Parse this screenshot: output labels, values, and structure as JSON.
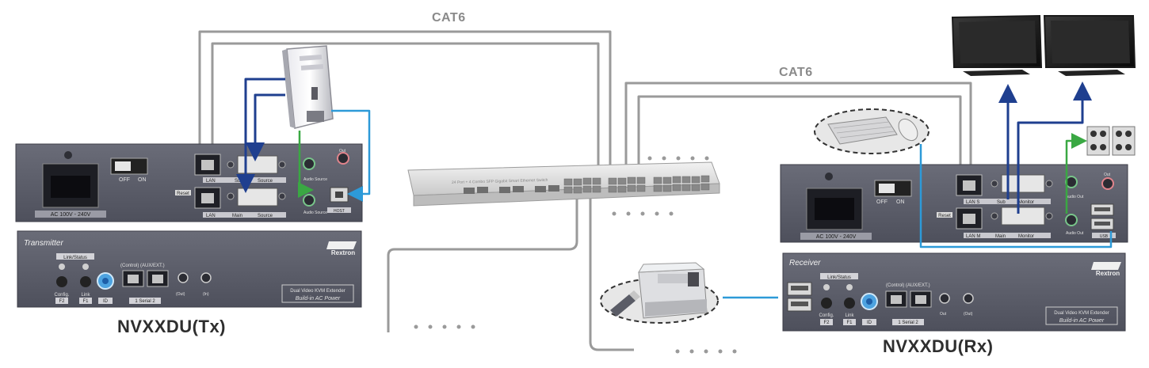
{
  "labels": {
    "cat6_top": "CAT6",
    "cat6_right": "CAT6",
    "tx_model": "NVXXDU(Tx)",
    "rx_model": "NVXXDU(Rx)"
  },
  "tx_rear": {
    "power": "AC 100V - 240V",
    "switch_off": "OFF",
    "switch_on": "ON",
    "reset": "Reset",
    "lan_top": "LAN",
    "lan_bottom": "LAN",
    "sub": "Sub",
    "main": "Main",
    "source_s": "Source",
    "source_m": "Source",
    "hdmi_out": "Out",
    "audio_source_top": "Audio Source",
    "audio_source_bottom": "Audio Source",
    "host": "HOST"
  },
  "tx_front": {
    "title": "Transmitter",
    "brand": "Rextron",
    "link_status": "Link/Status",
    "config": "Config.",
    "link": "Link",
    "f2": "F2",
    "f1": "F1",
    "id": "ID",
    "ports": "(Control)  (AUX/EXT.)",
    "serial": "1  Serial  2",
    "out": "(Out)",
    "in": "(In)",
    "plate_line1": "Dual Video  KVM Extender",
    "plate_line2": "Build-in AC Power"
  },
  "rx_rear": {
    "power": "AC 100V - 240V",
    "switch_off": "OFF",
    "switch_on": "ON",
    "reset": "Reset",
    "lan_top": "LAN S",
    "lan_bottom": "LAN M",
    "sub": "Sub",
    "main": "Main",
    "monitor_s": "Monitor",
    "monitor_m": "Monitor",
    "audio_out_top": "Audio Out",
    "audio_out_bottom": "Audio Out",
    "out": "Out",
    "usb": "USB"
  },
  "rx_front": {
    "title": "Receiver",
    "brand": "Rextron",
    "link_status": "Link/Status",
    "config": "Config.",
    "link": "Link",
    "f2": "F2",
    "f1": "F1",
    "id": "ID",
    "ports": "(Control)  (AUX/EXT.)",
    "serial": "1  Serial  2",
    "out": "Out",
    "in": "(Out)",
    "plate_line1": "Dual Video  KVM Extender",
    "plate_line2": "Build-in AC Power"
  },
  "switch": {
    "caption": "24 Port + 4 Combo SFP Gigabit Smart Ethernet Switch"
  },
  "colors": {
    "cable_gray": "#9a9a9a",
    "video_blue": "#1f3f8f",
    "usb_lightblue": "#2d9ad8",
    "audio_green": "#3aa843",
    "device_gray": "#5b5d6a",
    "device_dark": "#4a4c58"
  }
}
